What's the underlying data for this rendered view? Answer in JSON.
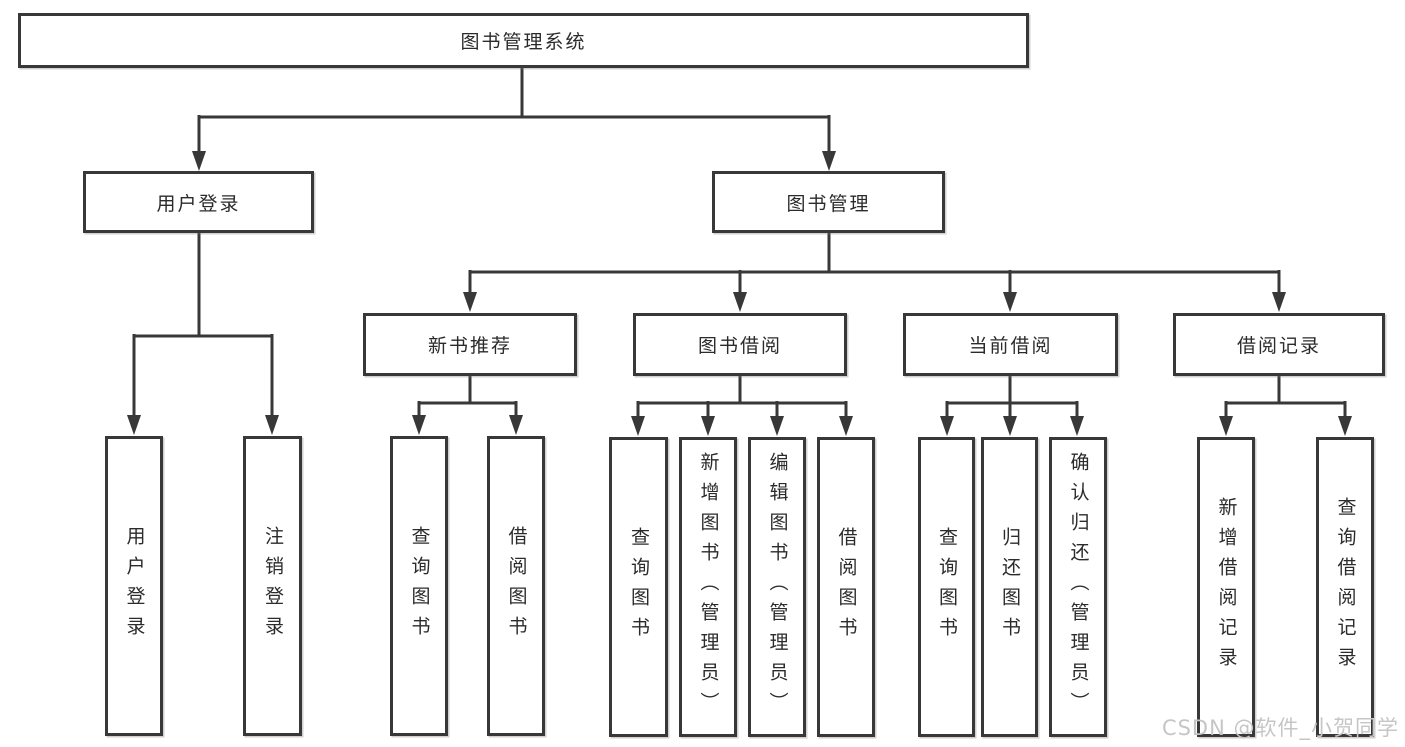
{
  "diagram": {
    "root": {
      "label": "图书管理系统"
    },
    "branches": [
      {
        "label": "用户登录",
        "leaves": [
          {
            "label": "用户登录"
          },
          {
            "label": "注销登录"
          }
        ]
      },
      {
        "label": "图书管理",
        "sections": [
          {
            "label": "新书推荐",
            "leaves": [
              {
                "label": "查询图书"
              },
              {
                "label": "借阅图书"
              }
            ]
          },
          {
            "label": "图书借阅",
            "leaves": [
              {
                "label": "查询图书"
              },
              {
                "label": "新增图书（管理员）"
              },
              {
                "label": "编辑图书（管理员）"
              },
              {
                "label": "借阅图书"
              }
            ]
          },
          {
            "label": "当前借阅",
            "leaves": [
              {
                "label": "查询图书"
              },
              {
                "label": "归还图书"
              },
              {
                "label": "确认归还（管理员）"
              }
            ]
          },
          {
            "label": "借阅记录",
            "leaves": [
              {
                "label": "新增借阅记录"
              },
              {
                "label": "查询借阅记录"
              }
            ]
          }
        ]
      }
    ]
  },
  "watermark": {
    "text": "CSDN @软件_小贺同学"
  },
  "colors": {
    "line": "#383838",
    "text": "#2b2b2b",
    "background": "#ffffff",
    "watermark": "#c6c6c6"
  }
}
